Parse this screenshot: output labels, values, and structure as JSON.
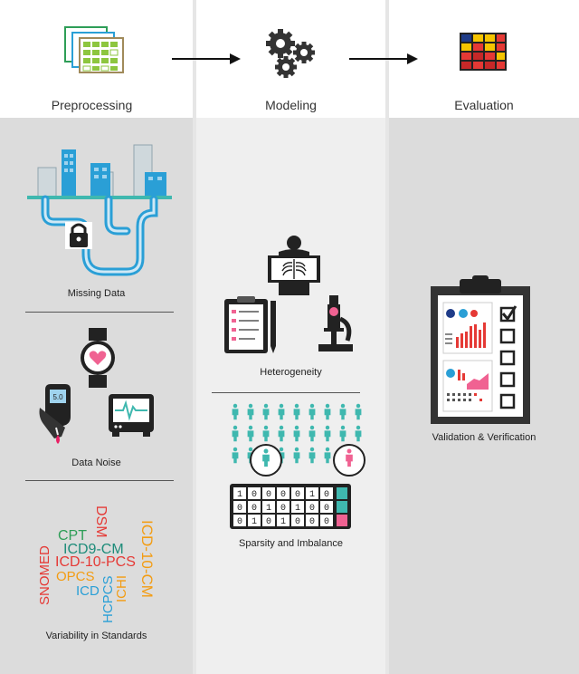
{
  "stages": [
    {
      "title": "Preprocessing"
    },
    {
      "title": "Modeling"
    },
    {
      "title": "Evaluation"
    }
  ],
  "preprocessing": {
    "items": [
      "Missing Data",
      "Data Noise",
      "Variability in Standards"
    ],
    "glucose_reading": "5.0",
    "standards": [
      "CPT",
      "DSM",
      "ICD9-CM",
      "ICD-10-CM",
      "ICD-10-PCS",
      "SNOMED",
      "OPCS",
      "ICD",
      "HCPCS",
      "ICHI"
    ]
  },
  "modeling": {
    "items": [
      "Heterogeneity",
      "Sparsity and Imbalance"
    ],
    "binary_rows": [
      [
        "1",
        "0",
        "0",
        "0",
        "0",
        "1",
        "0"
      ],
      [
        "0",
        "0",
        "1",
        "0",
        "1",
        "0",
        "0"
      ],
      [
        "0",
        "1",
        "0",
        "1",
        "0",
        "0",
        "0"
      ]
    ]
  },
  "evaluation": {
    "items": [
      "Validation & Verification"
    ]
  },
  "colors": {
    "teal": "#3fb8af",
    "blue": "#2a9fd6",
    "pink": "#f06292",
    "red": "#e53935",
    "green": "#2e9e57",
    "orange": "#f39c12",
    "dark": "#333333"
  }
}
